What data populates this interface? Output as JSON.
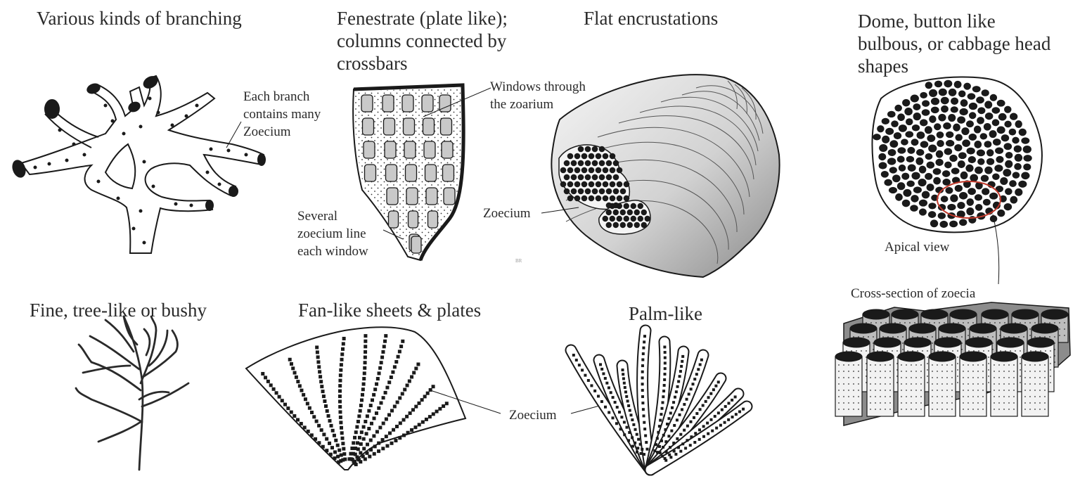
{
  "titles": {
    "branching": "Various kinds of branching",
    "fenestrate": [
      "Fenestrate (plate like);",
      "columns connected by",
      "crossbars"
    ],
    "encrusting": "Flat encrustations",
    "dome": [
      "Dome, button like",
      "bulbous, or cabbage head",
      "shapes"
    ],
    "bushy": "Fine, tree-like or bushy",
    "fan": "Fan-like sheets & plates",
    "palm": "Palm-like"
  },
  "annotations": {
    "branch_note": [
      "Each branch",
      "contains many",
      "Zoecium"
    ],
    "windows_note": [
      "Windows through",
      "the zoarium"
    ],
    "several_note": [
      "Several",
      "zoecium line",
      "each window"
    ],
    "zoecium_encrust": "Zoecium",
    "apical_view": "Apical view",
    "cross_section": "Cross-section of zoecia",
    "zoecium_fan": "Zoecium",
    "initials": "BR"
  },
  "colors": {
    "ink": "#1a1a1a",
    "window_fill": "#c9c9c9",
    "highlight": "#c0392b"
  }
}
